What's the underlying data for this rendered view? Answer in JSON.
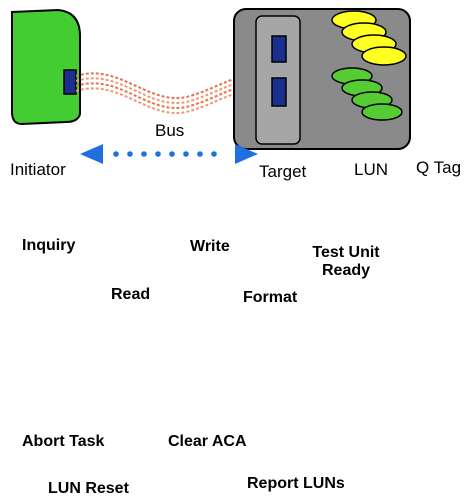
{
  "labels": {
    "bus": "Bus",
    "initiator": "Initiator",
    "target": "Target",
    "lun": "LUN",
    "qtag": "Q Tag"
  },
  "commands": {
    "inquiry": "Inquiry",
    "write": "Write",
    "test_unit_ready_line1": "Test Unit",
    "test_unit_ready_line2": "Ready",
    "read": "Read",
    "format": "Format",
    "abort_task": "Abort Task",
    "clear_aca": "Clear ACA",
    "lun_reset": "LUN Reset",
    "report_luns": "Report LUNs"
  },
  "colors": {
    "initiator_device": "#44cc33",
    "target_enclosure": "#8a8a8a",
    "target_panel": "#a6a6a6",
    "connector": "#1a2f8f",
    "cable": "#e8724e",
    "lun_disk": "#ffff22",
    "qtag_disk": "#55cc33",
    "bus_arrow": "#1f6fe0"
  }
}
